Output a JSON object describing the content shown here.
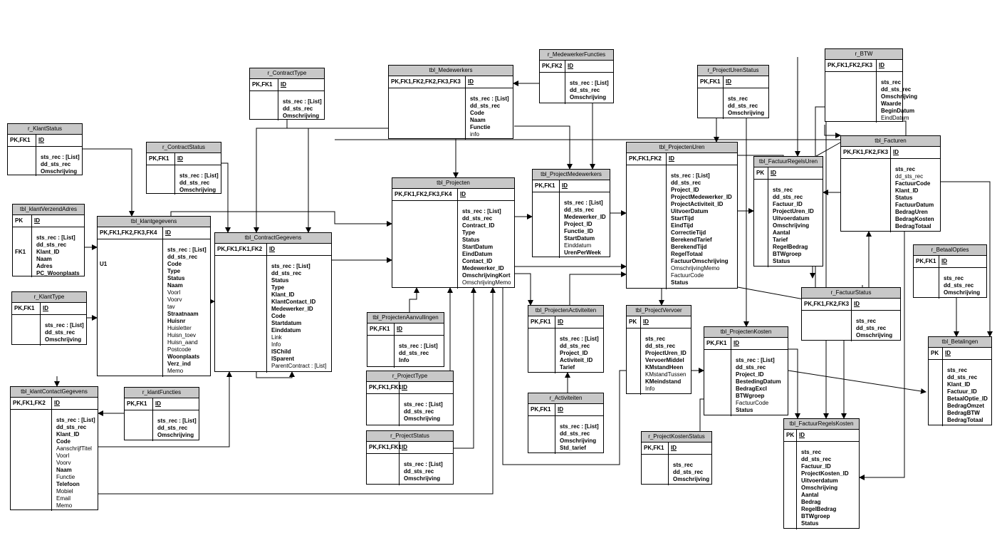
{
  "tables": [
    {
      "id": "r_KlantStatus",
      "key": "PK,FK1",
      "pk": "ID",
      "fields": [
        [
          "sts_rec : [List]",
          1
        ],
        [
          "dd_sts_rec",
          1
        ],
        [
          "Omschrijving",
          1
        ]
      ]
    },
    {
      "id": "r_ContractType",
      "key": "PK,FK1",
      "pk": "ID",
      "fields": [
        [
          "sts_rec : [List]",
          1
        ],
        [
          "dd_sts_rec",
          1
        ],
        [
          "Omschrijving",
          1
        ]
      ]
    },
    {
      "id": "r_ContractStatus",
      "key": "PK,FK1",
      "pk": "ID",
      "fields": [
        [
          "sts_rec : [List]",
          1
        ],
        [
          "dd_sts_rec",
          1
        ],
        [
          "Omschrijving",
          1
        ]
      ]
    },
    {
      "id": "tbl_klantVerzendAdres",
      "key": "PK",
      "pk": "ID",
      "keylabels": [
        [
          "FK1",
          2
        ]
      ],
      "fields": [
        [
          "sts_rec : [List]",
          1
        ],
        [
          "dd_sts_rec",
          1
        ],
        [
          "Klant_ID",
          1
        ],
        [
          "Naam",
          1
        ],
        [
          "Adres",
          1
        ],
        [
          "PC_Woonplaats",
          1
        ]
      ]
    },
    {
      "id": "r_KlantType",
      "key": "PK,FK1",
      "pk": "ID",
      "fields": [
        [
          "sts_rec : [List]",
          1
        ],
        [
          "dd_sts_rec",
          1
        ],
        [
          "Omschrijving",
          1
        ]
      ]
    },
    {
      "id": "tbl_klantgegevens",
      "key": "PK,FK1,FK2,FK3,FK4",
      "pk": "ID",
      "keylabels": [
        [
          "U1",
          2
        ]
      ],
      "fields": [
        [
          "sts_rec : [List]",
          1
        ],
        [
          "dd_sts_rec",
          1
        ],
        [
          "Code",
          1
        ],
        [
          "Type",
          1
        ],
        [
          "Status",
          1
        ],
        [
          "Naam",
          1
        ],
        [
          "Voorl",
          0
        ],
        [
          "Voorv",
          0
        ],
        [
          "tav",
          0
        ],
        [
          "Straatnaam",
          1
        ],
        [
          "Huisnr",
          1
        ],
        [
          "Huisletter",
          0
        ],
        [
          "Huisn_toev",
          0
        ],
        [
          "Huisn_aand",
          0
        ],
        [
          "Postcode",
          0
        ],
        [
          "Woonplaats",
          1
        ],
        [
          "Verz_ind",
          1
        ],
        [
          "Memo",
          0
        ]
      ]
    },
    {
      "id": "tbl_klantContactGegevens",
      "key": "PK,FK1,FK2",
      "pk": "ID",
      "fields": [
        [
          "sts_rec : [List]",
          1
        ],
        [
          "dd_sts_rec",
          1
        ],
        [
          "Klant_ID",
          1
        ],
        [
          "Code",
          1
        ],
        [
          "AanschrijfTitel",
          0
        ],
        [
          "Voorl",
          0
        ],
        [
          "Voorv",
          0
        ],
        [
          "Naam",
          1
        ],
        [
          "Functie",
          0
        ],
        [
          "Telefoon",
          1
        ],
        [
          "Mobiel",
          0
        ],
        [
          "Email",
          0
        ],
        [
          "Memo",
          0
        ]
      ]
    },
    {
      "id": "r_klantFuncties",
      "key": "PK,FK1",
      "pk": "ID",
      "fields": [
        [
          "sts_rec : [List]",
          1
        ],
        [
          "dd_sts_rec",
          1
        ],
        [
          "Omschrijving",
          1
        ]
      ]
    },
    {
      "id": "tbl_ContractGegevens",
      "key": "PK,FK1,FK1,FK2",
      "pk": "ID",
      "fields": [
        [
          "sts_rec : [List]",
          1
        ],
        [
          "dd_sts_rec",
          1
        ],
        [
          "Status",
          1
        ],
        [
          "Type",
          1
        ],
        [
          "Klant_ID",
          1
        ],
        [
          "KlantContact_ID",
          1
        ],
        [
          "Medewerker_ID",
          1
        ],
        [
          "Code",
          1
        ],
        [
          "Startdatum",
          1
        ],
        [
          "Einddatum",
          1
        ],
        [
          "Link",
          0
        ],
        [
          "Info",
          0
        ],
        [
          "ISChild",
          1
        ],
        [
          "ISparent",
          1
        ],
        [
          "ParentContract : [List]",
          0
        ]
      ]
    },
    {
      "id": "tbl_Medewerkers",
      "key": "PK,FK1,FK2,FK2,FK3,FK3",
      "pk": "ID",
      "fields": [
        [
          "sts_rec : [List]",
          1
        ],
        [
          "dd_sts_rec",
          1
        ],
        [
          "Code",
          1
        ],
        [
          "Naam",
          1
        ],
        [
          "Functie",
          1
        ],
        [
          "info",
          0
        ]
      ]
    },
    {
      "id": "r_MedewerkerFuncties",
      "key": "PK,FK2",
      "pk": "ID",
      "fields": [
        [
          "sts_rec : [List]",
          1
        ],
        [
          "dd_sts_rec",
          1
        ],
        [
          "Omschrijving",
          1
        ]
      ]
    },
    {
      "id": "tbl_Projecten",
      "key": "PK,FK1,FK2,FK3,FK4",
      "pk": "ID",
      "fields": [
        [
          "sts_rec : [List]",
          1
        ],
        [
          "dd_sts_rec",
          1
        ],
        [
          "Contract_ID",
          1
        ],
        [
          "Type",
          1
        ],
        [
          "Status",
          1
        ],
        [
          "StartDatum",
          1
        ],
        [
          "EindDatum",
          1
        ],
        [
          "Contact_ID",
          1
        ],
        [
          "Medewerker_ID",
          1
        ],
        [
          "OmschrijvingKort",
          1
        ],
        [
          "OmschrijvingMemo",
          0
        ]
      ]
    },
    {
      "id": "tbl_ProjectMedewerkers",
      "key": "PK,FK1",
      "pk": "ID",
      "fields": [
        [
          "sts_rec : [List]",
          1
        ],
        [
          "dd_sts_rec",
          1
        ],
        [
          "Medewerker_ID",
          1
        ],
        [
          "Project_ID",
          1
        ],
        [
          "Functie_ID",
          1
        ],
        [
          "StartDatum",
          1
        ],
        [
          "Einddatum",
          0
        ],
        [
          "UrenPerWeek",
          1
        ]
      ]
    },
    {
      "id": "tbl_ProjectenAanvullingen",
      "key": "PK,FK1",
      "pk": "ID",
      "fields": [
        [
          "sts_rec : [List]",
          1
        ],
        [
          "dd_sts_rec",
          1
        ],
        [
          "Info",
          1
        ]
      ]
    },
    {
      "id": "r_ProjectType",
      "key": "PK,FK1,FK1",
      "pk": "ID",
      "fields": [
        [
          "sts_rec : [List]",
          1
        ],
        [
          "dd_sts_rec",
          1
        ],
        [
          "Omschrijving",
          1
        ]
      ]
    },
    {
      "id": "r_ProjectStatus",
      "key": "PK,FK1,FK1",
      "pk": "ID",
      "fields": [
        [
          "sts_rec : [List]",
          1
        ],
        [
          "dd_sts_rec",
          1
        ],
        [
          "Omschrijving",
          1
        ]
      ]
    },
    {
      "id": "tbl_ProjectenActiviteiten",
      "key": "PK,FK1",
      "pk": "ID",
      "fields": [
        [
          "sts_rec : [List]",
          1
        ],
        [
          "dd_sts_rec",
          1
        ],
        [
          "Project_ID",
          1
        ],
        [
          "Activiteit_ID",
          1
        ],
        [
          "Tarief",
          1
        ]
      ]
    },
    {
      "id": "r_Activiteiten",
      "key": "PK,FK1",
      "pk": "ID",
      "fields": [
        [
          "sts_rec : [List]",
          1
        ],
        [
          "dd_sts_rec",
          1
        ],
        [
          "Omschrijving",
          1
        ],
        [
          "Std_tarief",
          1
        ]
      ]
    },
    {
      "id": "r_ProjectUrenStatus",
      "key": "PK,FK1",
      "pk": "ID",
      "fields": [
        [
          "sts_rec",
          1
        ],
        [
          "dd_sts_rec",
          1
        ],
        [
          "Omschrijving",
          1
        ]
      ]
    },
    {
      "id": "tbl_ProjectenUren",
      "key": "PK,FK1,FK2",
      "pk": "ID",
      "fields": [
        [
          "sts_rec : [List]",
          1
        ],
        [
          "dd_sts_rec",
          1
        ],
        [
          "Project_ID",
          1
        ],
        [
          "ProjectMedewerker_ID",
          1
        ],
        [
          "ProjectActiviteit_ID",
          1
        ],
        [
          "UitvoerDatum",
          1
        ],
        [
          "StartTijd",
          1
        ],
        [
          "EindTijd",
          1
        ],
        [
          "CorrectieTijd",
          1
        ],
        [
          "BerekendTarief",
          1
        ],
        [
          "BerekendTijd",
          1
        ],
        [
          "RegelTotaal",
          1
        ],
        [
          "FactuurOmschrijving",
          1
        ],
        [
          "OmschrijvingMemo",
          0
        ],
        [
          "FactuurCode",
          0
        ],
        [
          "Status",
          1
        ]
      ]
    },
    {
      "id": "tbl_ProjectVervoer",
      "key": "PK",
      "pk": "ID",
      "fields": [
        [
          "sts_rec",
          1
        ],
        [
          "dd_sts_rec",
          1
        ],
        [
          "ProjectUren_ID",
          1
        ],
        [
          "VervoerMiddel",
          1
        ],
        [
          "KMstandHeen",
          1
        ],
        [
          "KMstandTussen",
          0
        ],
        [
          "KMeindstand",
          1
        ],
        [
          "Info",
          0
        ]
      ]
    },
    {
      "id": "r_ProjectKostenStatus",
      "key": "PK,FK1",
      "pk": "ID",
      "fields": [
        [
          "sts_rec",
          1
        ],
        [
          "dd_sts_rec",
          1
        ],
        [
          "Omschrijving",
          1
        ]
      ]
    },
    {
      "id": "tbl_ProjectenKosten",
      "key": "PK,FK1",
      "pk": "ID",
      "fields": [
        [
          "sts_rec : [List]",
          1
        ],
        [
          "dd_sts_rec",
          1
        ],
        [
          "Project_ID",
          1
        ],
        [
          "BestedingDatum",
          1
        ],
        [
          "BedragExcl",
          1
        ],
        [
          "BTWgroep",
          1
        ],
        [
          "FactuurCode",
          0
        ],
        [
          "Status",
          1
        ]
      ]
    },
    {
      "id": "r_BTW",
      "key": "PK,FK1,FK2,FK3",
      "pk": "ID",
      "fields": [
        [
          "sts_rec",
          1
        ],
        [
          "dd_sts_rec",
          1
        ],
        [
          "Omschrijving",
          1
        ],
        [
          "Waarde",
          1
        ],
        [
          "BeginDatum",
          1
        ],
        [
          "EindDatum",
          0
        ]
      ]
    },
    {
      "id": "tbl_FactuurRegelsUren",
      "key": "PK",
      "pk": "ID",
      "fields": [
        [
          "sts_rec",
          1
        ],
        [
          "dd_sts_rec",
          1
        ],
        [
          "Factuur_ID",
          1
        ],
        [
          "ProjectUren_ID",
          1
        ],
        [
          "Uitvoerdatum",
          1
        ],
        [
          "Omschrijving",
          1
        ],
        [
          "Aantal",
          1
        ],
        [
          "Tarief",
          1
        ],
        [
          "RegelBedrag",
          1
        ],
        [
          "BTWgroep",
          1
        ],
        [
          "Status",
          1
        ]
      ]
    },
    {
      "id": "tbl_Facturen",
      "key": "PK,FK1,FK2,FK3",
      "pk": "ID",
      "fields": [
        [
          "sts_rec",
          1
        ],
        [
          "dd_sts_rec",
          0
        ],
        [
          "FactuurCode",
          1
        ],
        [
          "Klant_ID",
          1
        ],
        [
          "Status",
          1
        ],
        [
          "FactuurDatum",
          1
        ],
        [
          "BedragUren",
          1
        ],
        [
          "BedragKosten",
          1
        ],
        [
          "BedragTotaal",
          1
        ]
      ]
    },
    {
      "id": "r_FactuurStatus",
      "key": "PK,FK1,FK2,FK3",
      "pk": "ID",
      "fields": [
        [
          "sts_rec",
          1
        ],
        [
          "dd_sts_rec",
          1
        ],
        [
          "Omschrijving",
          1
        ]
      ]
    },
    {
      "id": "r_BetaalOpties",
      "key": "PK,FK1",
      "pk": "ID",
      "fields": [
        [
          "sts_rec",
          1
        ],
        [
          "dd_sts_rec",
          1
        ],
        [
          "Omschrijving",
          1
        ]
      ]
    },
    {
      "id": "tbl_Betalingen",
      "key": "PK",
      "pk": "ID",
      "fields": [
        [
          "sts_rec",
          1
        ],
        [
          "dd_sts_rec",
          1
        ],
        [
          "Klant_ID",
          1
        ],
        [
          "Factuur_ID",
          1
        ],
        [
          "BetaalOptie_ID",
          1
        ],
        [
          "BedragOmzet",
          1
        ],
        [
          "BedragBTW",
          1
        ],
        [
          "BedragTotaal",
          1
        ]
      ]
    },
    {
      "id": "tbl_FactuurRegelsKosten",
      "key": "PK",
      "pk": "ID",
      "fields": [
        [
          "sts_rec",
          1
        ],
        [
          "dd_sts_rec",
          1
        ],
        [
          "Factuur_ID",
          1
        ],
        [
          "ProjectKosten_ID",
          1
        ],
        [
          "Uitvoerdatum",
          1
        ],
        [
          "Omschrijving",
          1
        ],
        [
          "Aantal",
          1
        ],
        [
          "Bedrag",
          1
        ],
        [
          "RegelBedrag",
          1
        ],
        [
          "BTWgroep",
          1
        ],
        [
          "Status",
          1
        ]
      ]
    }
  ]
}
